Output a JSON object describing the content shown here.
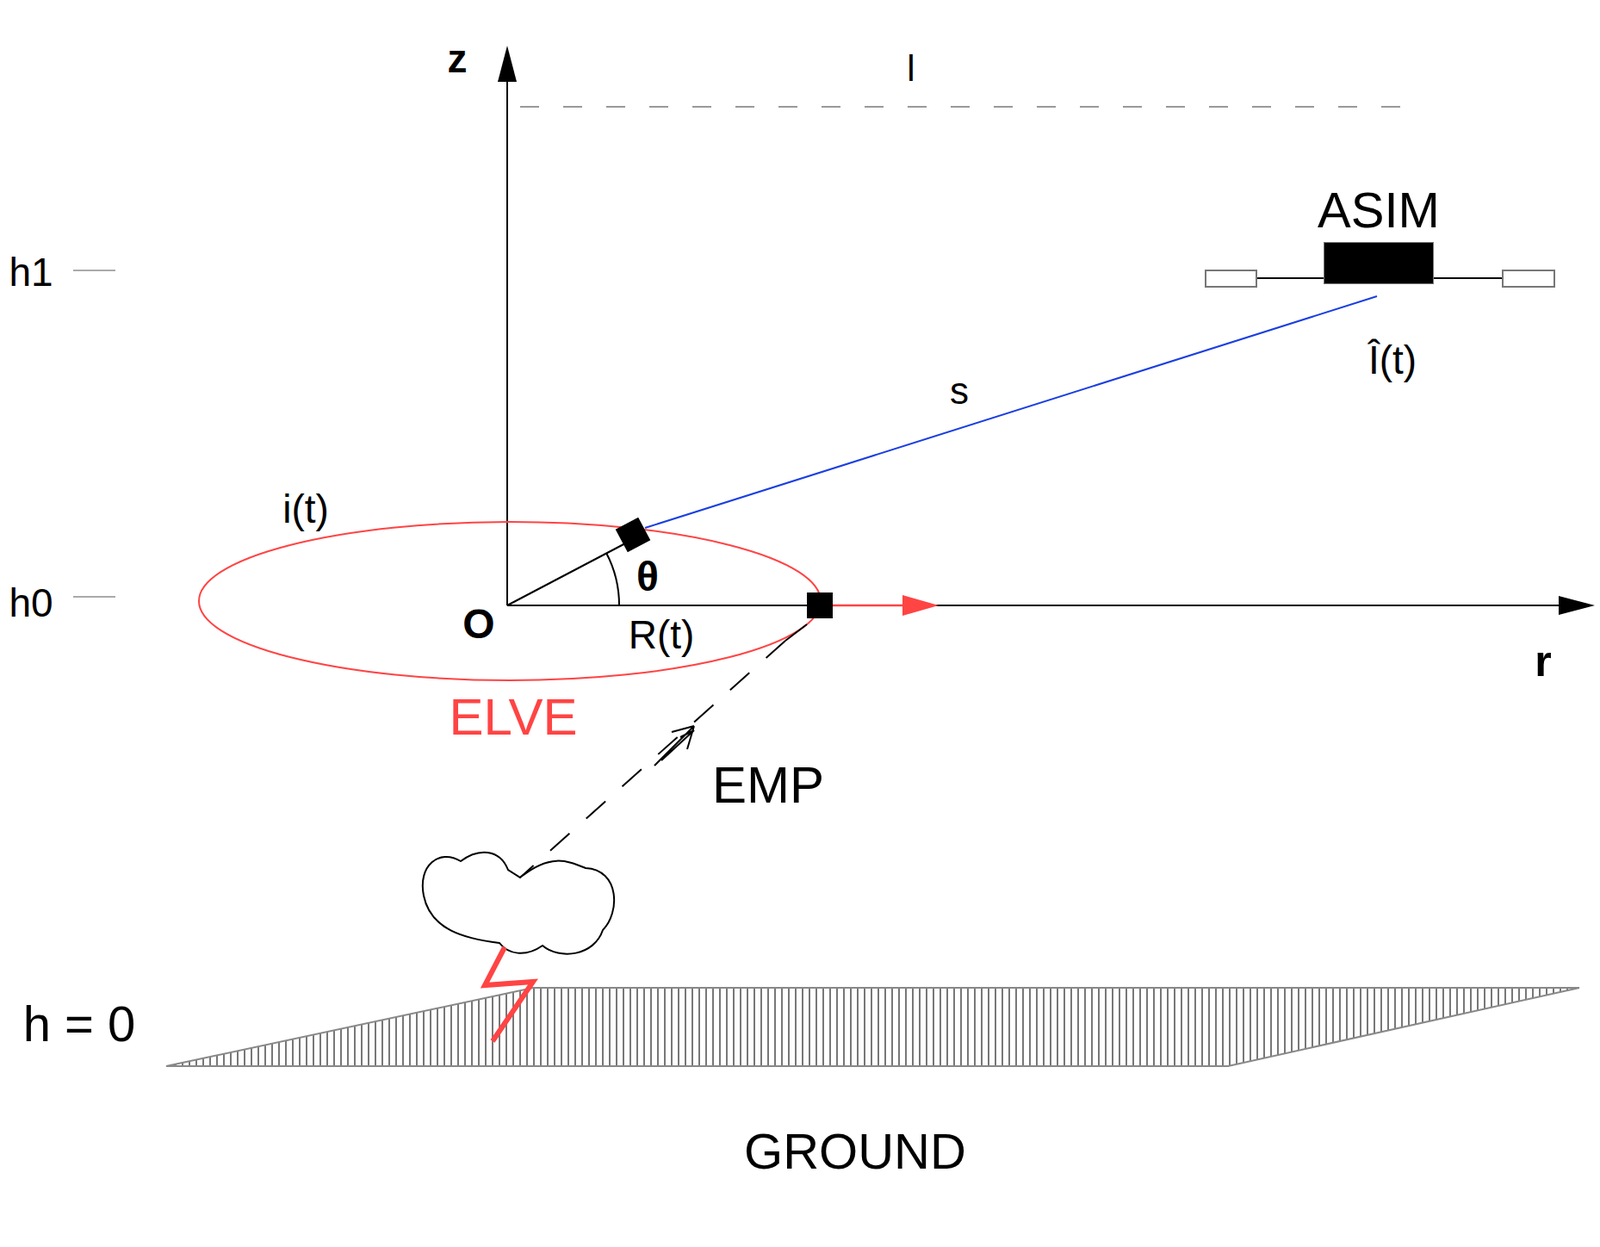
{
  "diagram": {
    "nodes": [
      {
        "text": [
          "ASIM"
        ]
      }
    ],
    "edges": [],
    "labels": [
      "z",
      "l",
      "h1",
      "h0",
      "Î(t)",
      "s",
      "i(t)",
      "θ",
      "O",
      "R(t)",
      "r",
      "ELVE",
      "EMP",
      "h = 0",
      "GROUND"
    ]
  }
}
